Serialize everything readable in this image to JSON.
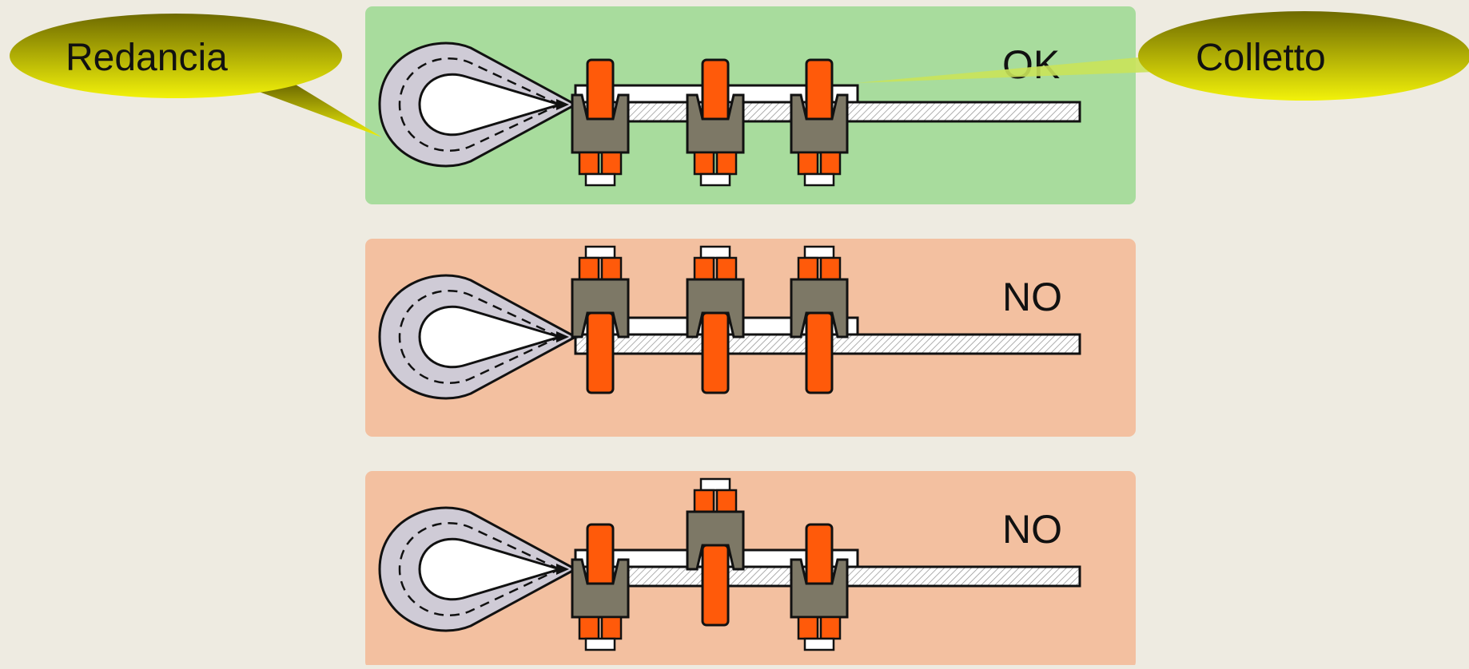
{
  "callouts": {
    "left": "Redancia",
    "right": "Colletto"
  },
  "panels": [
    {
      "label": "OK",
      "verdict": "correct",
      "color": "#a8dc9d",
      "clamp_orientations": [
        "saddle-on-live-end",
        "saddle-on-live-end",
        "saddle-on-live-end"
      ]
    },
    {
      "label": "NO",
      "verdict": "incorrect",
      "color": "#f3c0a0",
      "clamp_orientations": [
        "saddle-on-dead-end",
        "saddle-on-dead-end",
        "saddle-on-dead-end"
      ]
    },
    {
      "label": "NO",
      "verdict": "incorrect",
      "color": "#f3c0a0",
      "clamp_orientations": [
        "saddle-on-live-end",
        "saddle-on-dead-end",
        "saddle-on-live-end"
      ]
    }
  ],
  "colors": {
    "background": "#eeebe1",
    "callout_gradient_top": "#6e6a00",
    "callout_gradient_bottom": "#f2f20a",
    "clamp_saddle": "#7d7866",
    "clamp_ubolt": "#ff5a0a",
    "thimble": "#cfcbd6"
  }
}
